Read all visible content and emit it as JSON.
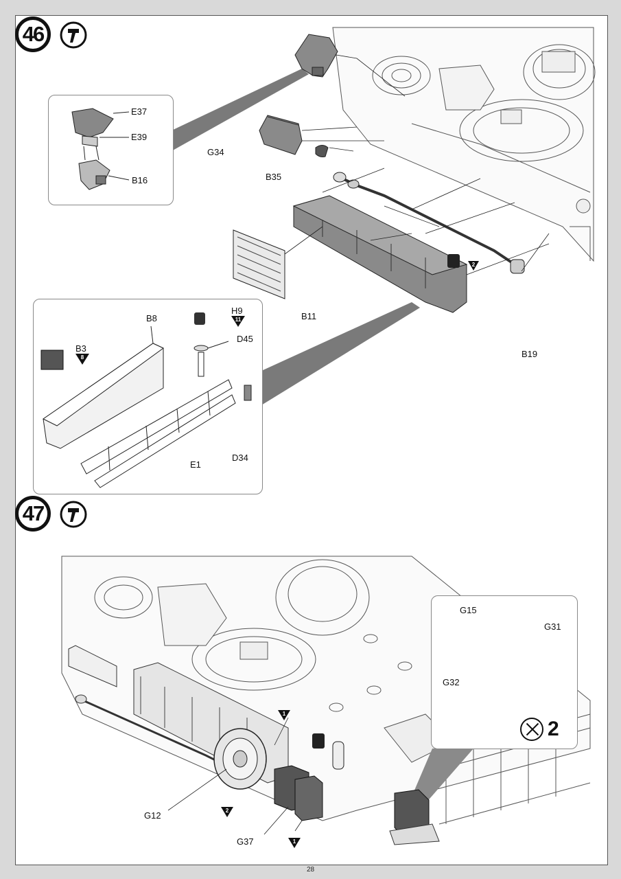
{
  "page": {
    "number": "28"
  },
  "steps": [
    {
      "number": "46",
      "icon": "cement-glue-icon"
    },
    {
      "number": "47",
      "icon": "cement-glue-icon"
    }
  ],
  "step46": {
    "labels": {
      "E37": "E37",
      "E39": "E39",
      "B16": "B16",
      "G34": "G34",
      "B35": "B35",
      "B11": "B11",
      "B19": "B19",
      "B8": "B8",
      "H9": "H9",
      "D45": "D45",
      "B3": "B3",
      "E1": "E1",
      "D34": "D34"
    },
    "quantity_markers": {
      "chain": "2",
      "H9": "11",
      "B3": "8"
    }
  },
  "step47": {
    "labels": {
      "G15": "G15",
      "G31": "G31",
      "G32": "G32",
      "G12": "G12",
      "G37": "G37"
    },
    "quantity_markers": {
      "m1a": "1",
      "m2": "2",
      "m1b": "1"
    },
    "repeat": {
      "symbol": "make-times-icon",
      "count": "2"
    }
  },
  "colors": {
    "ink": "#111111",
    "part_gray": "#8a8a8a",
    "light_gray": "#d4d4d4",
    "callout_gray": "#7a7a7a"
  }
}
